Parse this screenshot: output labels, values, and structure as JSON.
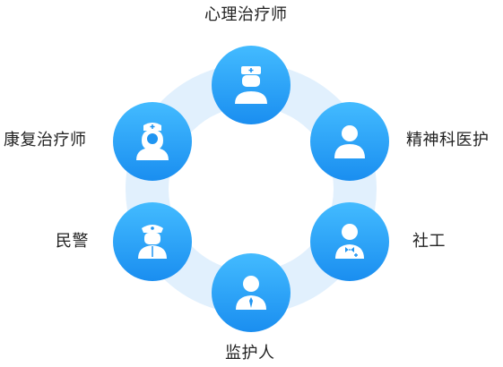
{
  "colors": {
    "ring": "#e1f0fd",
    "node_top": "#43bbff",
    "node_bottom": "#1a8ef0",
    "icon": "#ffffff"
  },
  "nodes": [
    {
      "id": "psychotherapist",
      "label": "心理治疗师",
      "icon": "doctor-icon"
    },
    {
      "id": "psychiatric-nurse",
      "label": "精神科医护",
      "icon": "person-icon"
    },
    {
      "id": "social-worker",
      "label": "社工",
      "icon": "social-worker-icon"
    },
    {
      "id": "guardian",
      "label": "监护人",
      "icon": "person-tie-icon"
    },
    {
      "id": "police",
      "label": "民警",
      "icon": "police-icon"
    },
    {
      "id": "rehab-therapist",
      "label": "康复治疗师",
      "icon": "nurse-icon"
    }
  ]
}
